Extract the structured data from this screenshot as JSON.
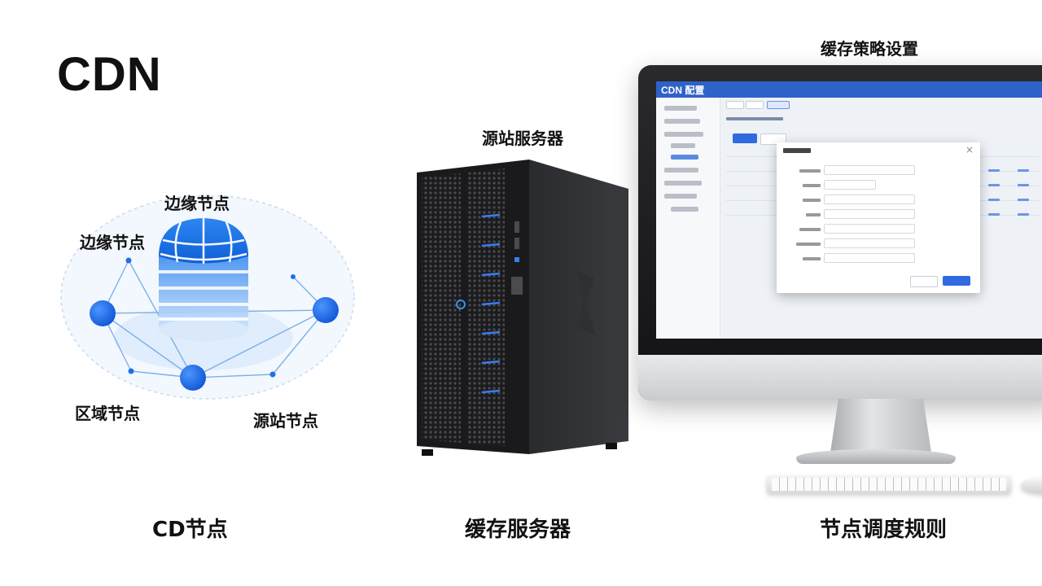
{
  "title": "CDN",
  "diagram": {
    "labels": {
      "edge_top": "边缘节点",
      "edge_left": "边缘节点",
      "region": "区域节点",
      "origin": "源站节点"
    },
    "colors": {
      "node": "#1f6fe8",
      "line": "#7fb0e8"
    }
  },
  "server": {
    "label": "源站服务器"
  },
  "monitor": {
    "label": "缓存策略设置",
    "app_logo": "CDN 配置"
  },
  "captions": {
    "left": "CD节点",
    "middle": "缓存服务器",
    "right": "节点调度规则"
  }
}
